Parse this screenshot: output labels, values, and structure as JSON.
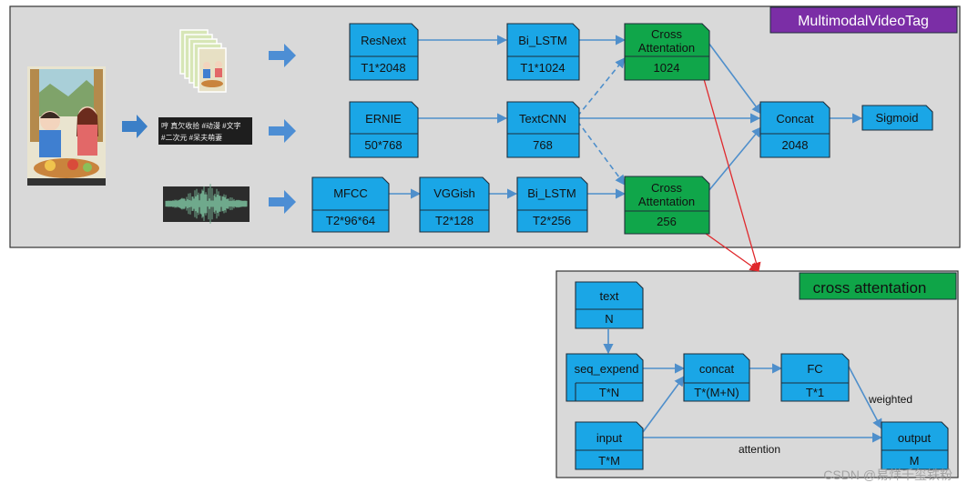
{
  "title_main": "MultimodalVideoTag",
  "title_cross": "cross attentation",
  "caption_text": [
    "哼 真欠收拾 #动漫 #文字",
    "#二次元 #呆夫萌妻"
  ],
  "watermark": "CSDN @易烊千玺铁粉",
  "nodes": {
    "resnext": {
      "name": "ResNext",
      "dim": "T1*2048"
    },
    "bilstm1": {
      "name": "Bi_LSTM",
      "dim": "T1*1024"
    },
    "cross1": {
      "name_line1": "Cross",
      "name_line2": "Attentation",
      "dim": "1024"
    },
    "ernie": {
      "name": "ERNIE",
      "dim": "50*768"
    },
    "textcnn": {
      "name": "TextCNN",
      "dim": "768"
    },
    "concat_main": {
      "name": "Concat",
      "dim": "2048"
    },
    "sigmoid": {
      "name": "Sigmoid"
    },
    "mfcc": {
      "name": "MFCC",
      "dim": "T2*96*64"
    },
    "vggish": {
      "name": "VGGish",
      "dim": "T2*128"
    },
    "bilstm2": {
      "name": "Bi_LSTM",
      "dim": "T2*256"
    },
    "cross2": {
      "name_line1": "Cross",
      "name_line2": "Attentation",
      "dim": "256"
    },
    "text": {
      "name": "text",
      "dim": "N"
    },
    "seq_expend": {
      "name": "seq_expend",
      "dim": "T*N"
    },
    "concat": {
      "name": "concat",
      "dim": "T*(M+N)"
    },
    "fc": {
      "name": "FC",
      "dim": "T*1"
    },
    "input": {
      "name": "input",
      "dim": "T*M"
    },
    "output": {
      "name": "output",
      "dim": "M"
    }
  },
  "edge_labels": {
    "weighted": "weighted",
    "attention": "attention"
  },
  "colors": {
    "node_blue": "#1aa6e6",
    "node_green": "#10a64a",
    "title_purple": "#7b2ea6",
    "title_green": "#0fa548",
    "panel_gray": "#d9d9d9",
    "edge_blue": "#4f8fcb",
    "edge_red": "#e0282c"
  }
}
